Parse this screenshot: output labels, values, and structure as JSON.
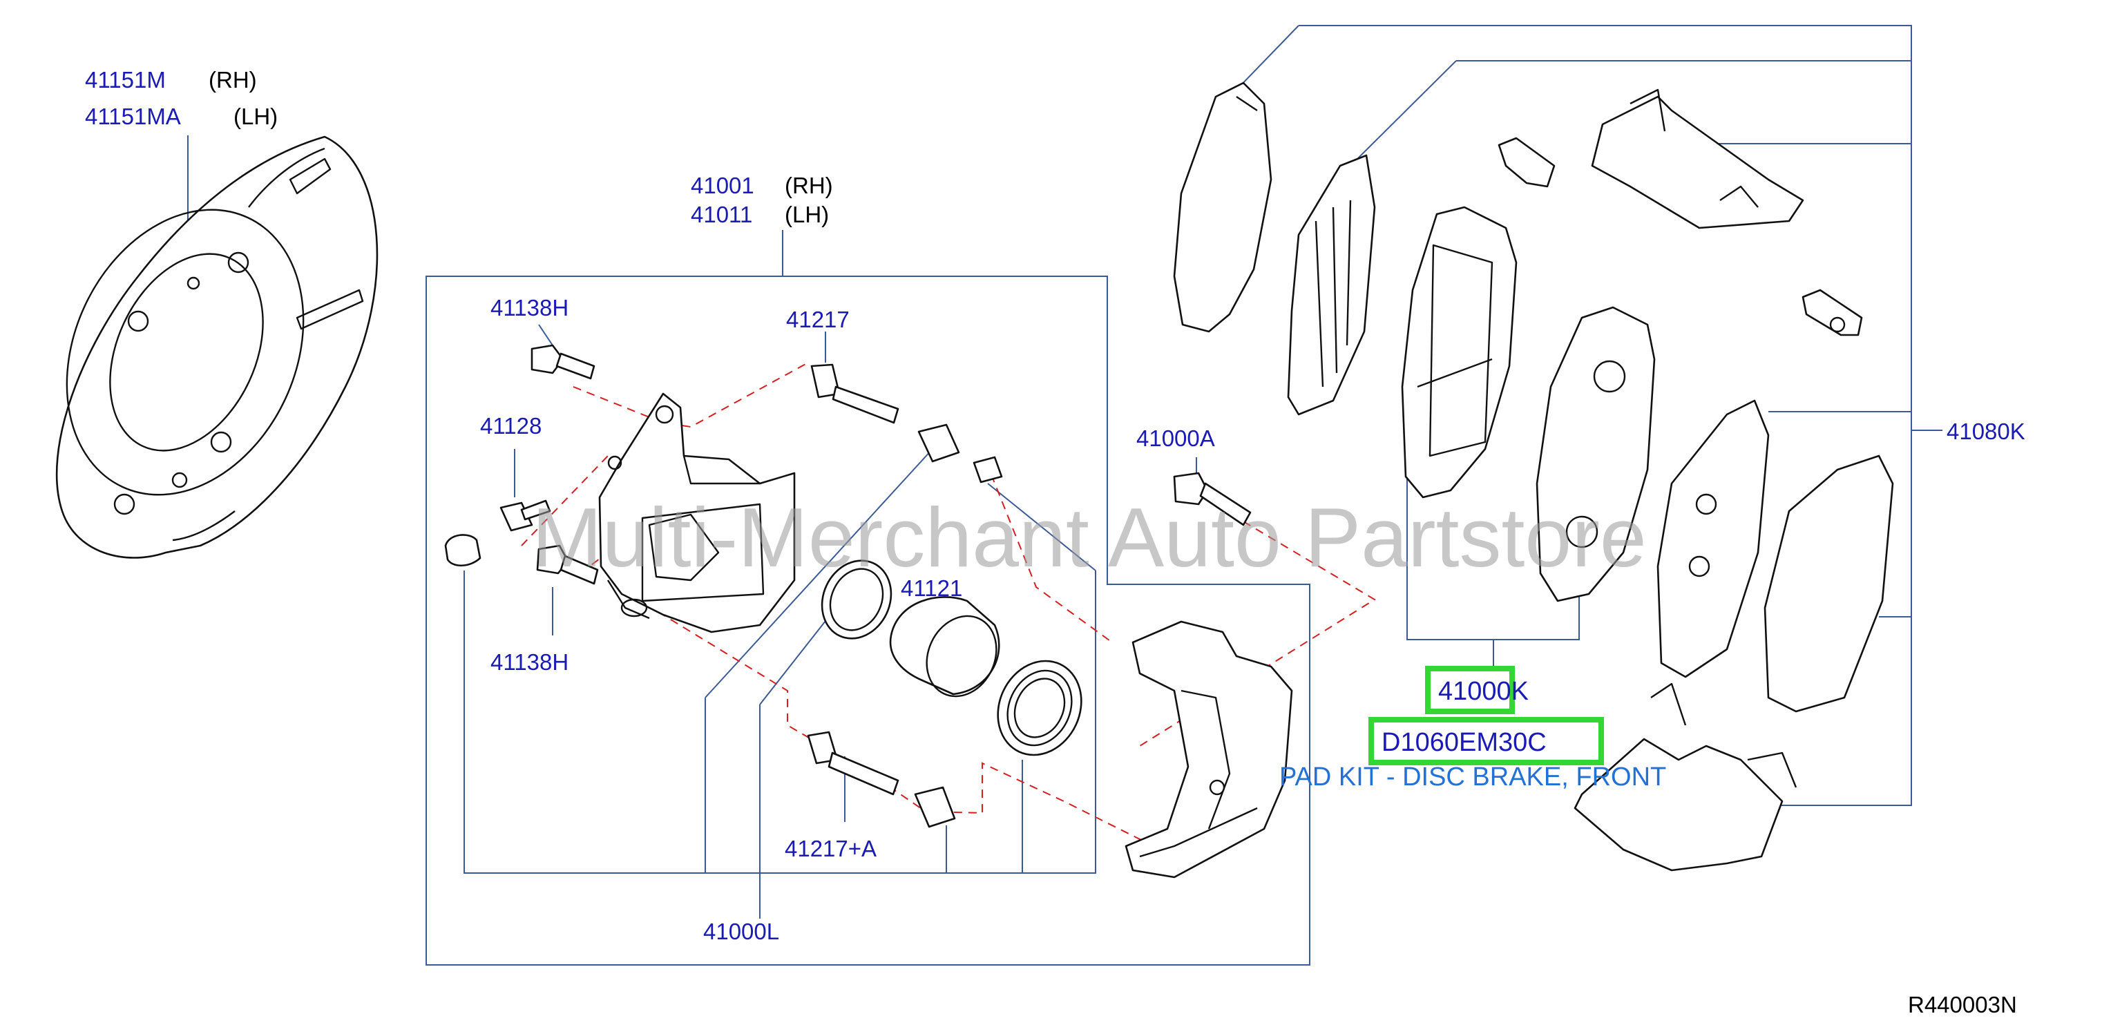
{
  "labels": {
    "shield_rh_code": "41151M",
    "shield_rh_side": "(RH)",
    "shield_lh_code": "41151MA",
    "shield_lh_side": "(LH)",
    "caliper_rh_code": "41001",
    "caliper_rh_side": "(RH)",
    "caliper_lh_code": "41011",
    "caliper_lh_side": "(LH)",
    "bolt_top": "41138H",
    "pin_top": "41217",
    "bleeder": "41128",
    "bolt_bottom": "41138H",
    "piston": "41121",
    "pin_bottom": "41217+A",
    "seal_kit": "41000L",
    "mount_bolt": "41000A",
    "hardware_kit": "41080K",
    "pad_kit": "41000K",
    "oem_number": "D1060EM30C",
    "description": "PAD KIT - DISC BRAKE, FRONT",
    "diagram_code": "R440003N"
  },
  "watermark": "Multi-Merchant Auto Partstore",
  "colors": {
    "label_blue": "#1a1ab4",
    "leader_line": "#3a5a98",
    "dashed_line": "#d42020",
    "highlight": "#33d633",
    "description": "#2471d6"
  }
}
